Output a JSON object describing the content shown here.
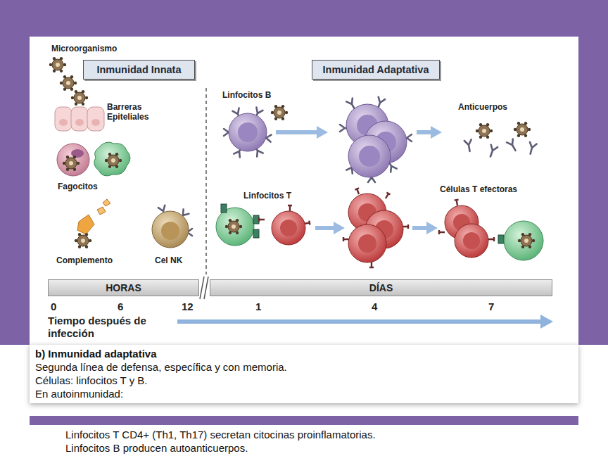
{
  "diagram": {
    "nodes": [
      {
        "text": [
          "Inmunidad Innata"
        ]
      },
      {
        "text": [
          "Inmunidad Adaptativa"
        ]
      },
      {
        "text": [
          "HORAS"
        ]
      },
      {
        "text": [
          "DÍAS"
        ]
      },
      {
        "text": [
          "b) Inmunidad adaptativa",
          "Segunda línea de defensa, específica y con memoria.",
          "Células: linfocitos T y B.",
          "En autoinmunidad:"
        ]
      }
    ],
    "labels": [
      "Microorganismo",
      "Barreras Epiteliales",
      "Fagocitos",
      "Complemento",
      "Cel NK",
      "Linfocitos B",
      "Anticuerpos",
      "Linfocitos T",
      "Células T efectoras",
      "0",
      "6",
      "12",
      "1",
      "4",
      "7",
      "Tiempo después de infección",
      "Linfocitos T CD4+ (Th1, Th17) secretan citocinas proinflamatorias.",
      "Linfocitos B producen autoanticuerpos."
    ]
  }
}
